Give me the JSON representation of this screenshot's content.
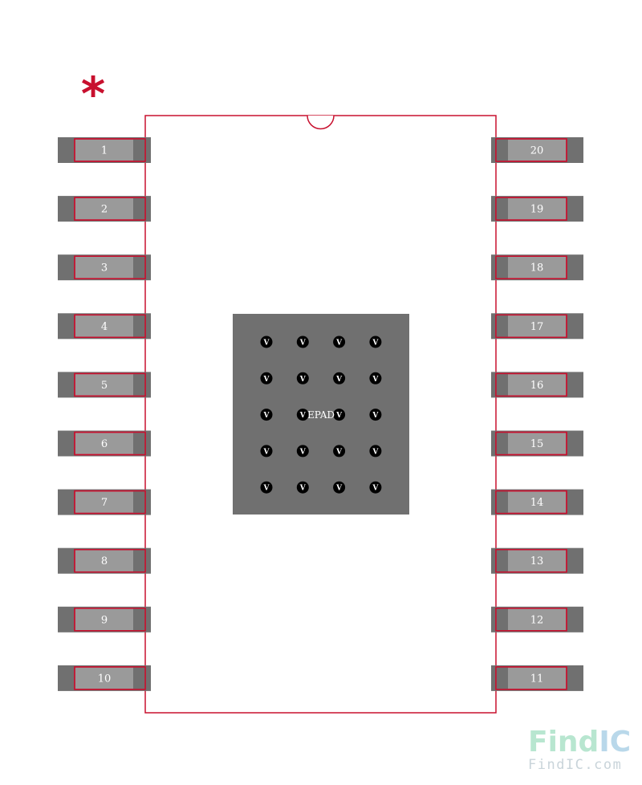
{
  "pin1_marker": "*",
  "pins": {
    "left": [
      "1",
      "2",
      "3",
      "4",
      "5",
      "6",
      "7",
      "8",
      "9",
      "10"
    ],
    "right": [
      "20",
      "19",
      "18",
      "17",
      "16",
      "15",
      "14",
      "13",
      "12",
      "11"
    ]
  },
  "epad": {
    "label": "EPAD",
    "via_label": "V",
    "via_rows": 5,
    "via_cols": 4
  },
  "watermark": {
    "logo_text_a": "Find",
    "logo_text_b": "IC",
    "url": "FindIC.com"
  },
  "colors": {
    "outline": "#c8102e",
    "pad_outer": "#707070",
    "pad_inner": "#9a9a9a",
    "epad": "#707070",
    "via": "#000000",
    "watermark_green": "#b8e6d0",
    "watermark_blue": "#b9d8ea"
  }
}
